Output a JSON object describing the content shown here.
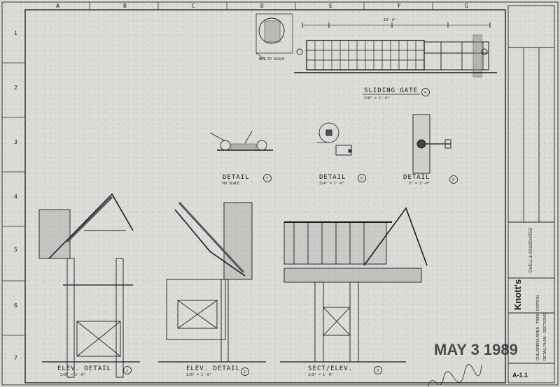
{
  "grid": {
    "columns": [
      "A",
      "B",
      "C",
      "D",
      "E",
      "F",
      "G"
    ],
    "rows": [
      "1",
      "2",
      "3",
      "4",
      "5",
      "6",
      "7"
    ]
  },
  "views": {
    "sliding_gate": {
      "title": "SLIDING GATE",
      "scale": "3/8\" = 1'-0\"",
      "number": "4",
      "dim": "13'-0\"",
      "note": "NOT TO SCALE"
    },
    "detail_7": {
      "title": "DETAIL",
      "scale": "NO SCALE",
      "number": "7"
    },
    "detail_6": {
      "title": "DETAIL",
      "scale": "3/4\" = 1'-0\"",
      "number": "6"
    },
    "detail_5": {
      "title": "DETAIL",
      "scale": "3\" = 1'-0\"",
      "number": "5"
    },
    "elev_1": {
      "title": "ELEV. DETAIL",
      "scale": "3/8\" = 1'-0\"",
      "number": "1"
    },
    "elev_2": {
      "title": "ELEV. DETAIL",
      "scale": "3/8\" = 1'-0\"",
      "number": "2"
    },
    "elev_3": {
      "title": "SECT/ELEV.",
      "scale": "3/8\" = 1'-0\"",
      "number": "3"
    }
  },
  "title_block": {
    "firm": "DUELL & ASSOCIATES",
    "client": "Knott's",
    "project": "CHILDRENS AREA - TRAIN STATION",
    "sheet_title": "DETAIL PLAN - SECTIONS",
    "sheet_number": "A-1.1"
  },
  "stamp": {
    "date": "MAY 3 1989"
  },
  "signature": "approved"
}
